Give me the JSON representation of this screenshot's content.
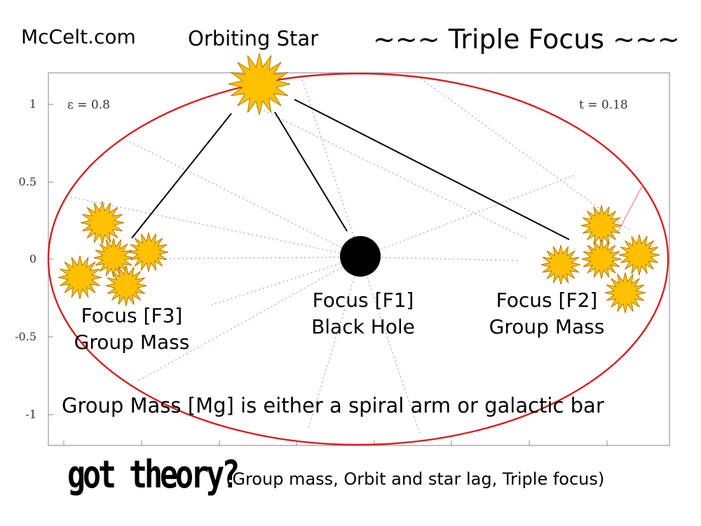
{
  "header": {
    "site": "McCelt.com",
    "star_label": "Orbiting Star",
    "title": "~~~ Triple Focus ~~~"
  },
  "plot": {
    "eccentricity_label": "ε =  0.8",
    "time_label": "t = 0.18",
    "y_ticks": [
      "1",
      "0.5",
      "0",
      "-0.5",
      "-1"
    ],
    "colors": {
      "orbit": "#d42020",
      "rays": "#a0a8ff",
      "star_fill": "#ffc000",
      "star_stroke": "#b07800",
      "black_hole": "#000000"
    }
  },
  "foci": {
    "f3": {
      "line1": "Focus [F3]",
      "line2": "Group Mass"
    },
    "f1": {
      "line1": "Focus [F1]",
      "line2": "Black Hole"
    },
    "f2": {
      "line1": "Focus [F2]",
      "line2": "Group Mass"
    }
  },
  "note": "Group Mass [Mg] is either a spiral arm or galactic bar",
  "footer": {
    "tagline": "got theory?",
    "subtitle": "(Group mass, Orbit and star lag, Triple focus)"
  }
}
